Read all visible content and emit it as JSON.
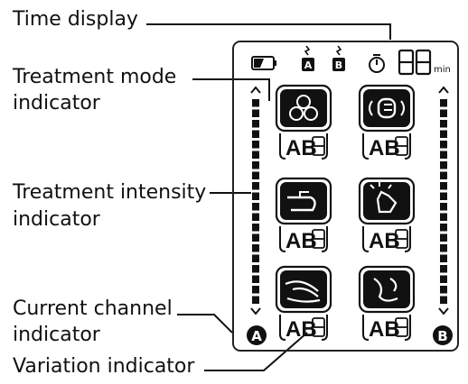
{
  "callouts": {
    "time_display": "Time display",
    "mode_line1": "Treatment mode",
    "mode_line2": "indicator",
    "intensity_line1": "Treatment intensity",
    "intensity_line2": "indicator",
    "channel_line1": "Current channel",
    "channel_line2": "indicator",
    "variation": "Variation indicator"
  },
  "display": {
    "unit_min": "min",
    "channel_a": "A",
    "channel_b": "B",
    "variation_text": "AB"
  },
  "modes": [
    {
      "icon": "combination-mode-icon"
    },
    {
      "icon": "tapping-fist-mode-icon"
    },
    {
      "icon": "rubbing-hand-mode-icon"
    },
    {
      "icon": "patting-hand-mode-icon"
    },
    {
      "icon": "stroking-hand-mode-icon"
    },
    {
      "icon": "kneading-hand-mode-icon"
    }
  ],
  "colors": {
    "ink": "#111111",
    "panel_border": "#222222",
    "background": "#ffffff"
  }
}
